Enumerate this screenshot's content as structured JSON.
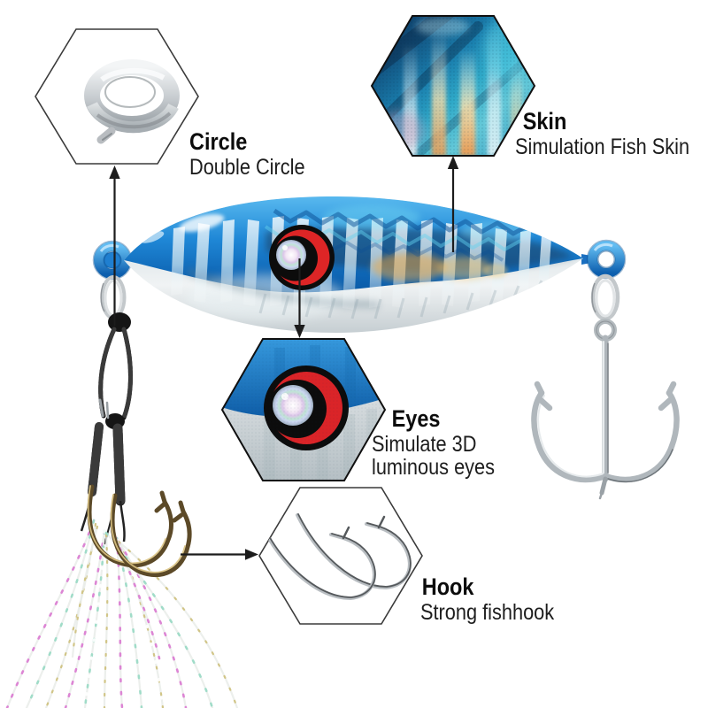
{
  "canvas": {
    "background": "#ffffff"
  },
  "callouts": {
    "circle": {
      "title": "Circle",
      "subtitle": "Double Circle",
      "icon": "split-ring-icon"
    },
    "skin": {
      "title": "Skin",
      "subtitle": "Simulation Fish Skin",
      "icon": "fish-skin-texture-icon"
    },
    "eyes": {
      "title": "Eyes",
      "subtitle_line1": "Simulate 3D",
      "subtitle_line2": "luminous eyes",
      "icon": "3d-eye-icon"
    },
    "hook": {
      "title": "Hook",
      "subtitle": "Strong fishhook",
      "icon": "fishhook-icon"
    }
  },
  "colors": {
    "title_text": "#0c0c0c",
    "subtitle_text": "#1d1d1d",
    "arrow": "#1c1c1c",
    "body_blue": "#1f87d6",
    "belly_silver": "#dfe7ea",
    "eye_red": "#dd2526",
    "holo_orange": "#f5a93d",
    "steel_silver": "#b0b7bc",
    "assist_hook_bronze": "#5c4a28",
    "cord_black": "#141414",
    "flash_pink": "#da79d2",
    "flash_mint": "#93d8c2",
    "flash_gold": "#cdbd76"
  }
}
